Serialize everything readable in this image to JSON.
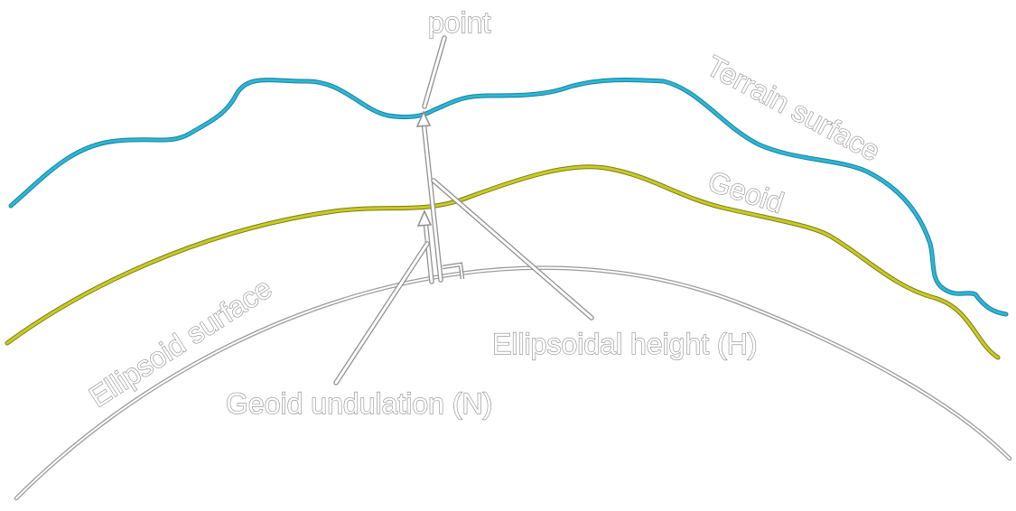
{
  "labels": {
    "point": "point",
    "terrain": "Terrain surface",
    "geoid": "Geoid",
    "ellipsoid": "Ellipsoid surface",
    "ellipsoidal_height": "Ellipsoidal height (H)",
    "geoid_undulation": "Geoid undulation (N)"
  },
  "colors": {
    "terrain": "#2bb8d8",
    "geoid": "#c9cc1e",
    "ellipsoid": "#ffffff",
    "outline": "#8a8a8a"
  }
}
